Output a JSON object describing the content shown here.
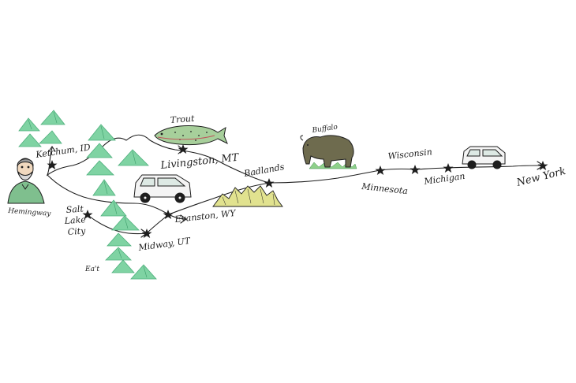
{
  "map": {
    "places": {
      "ketchum": "Ketchum, ID",
      "livingston": "Livingston, MT",
      "badlands": "Badlands",
      "minnesota": "Minnesota",
      "wisconsin": "Wisconsin",
      "michigan": "Michigan",
      "new_york": "New York",
      "salt_lake_city_1": "Salt",
      "salt_lake_city_2": "Lake",
      "salt_lake_city_3": "City",
      "evanston": "Evanston, WY",
      "midway": "Midway, UT",
      "eat": "Ea't"
    },
    "illustrations": {
      "hemingway": "Hemingway",
      "trout": "Trout",
      "buffalo": "Buffalo"
    },
    "colors": {
      "ink": "#1e1e1e",
      "mountain_green": "#7fd3a3",
      "mountain_green_dark": "#4fb07d",
      "badlands_yellow": "#e1e28f",
      "trout_green": "#a7cf9b",
      "grass_green": "#8ed08a"
    }
  }
}
